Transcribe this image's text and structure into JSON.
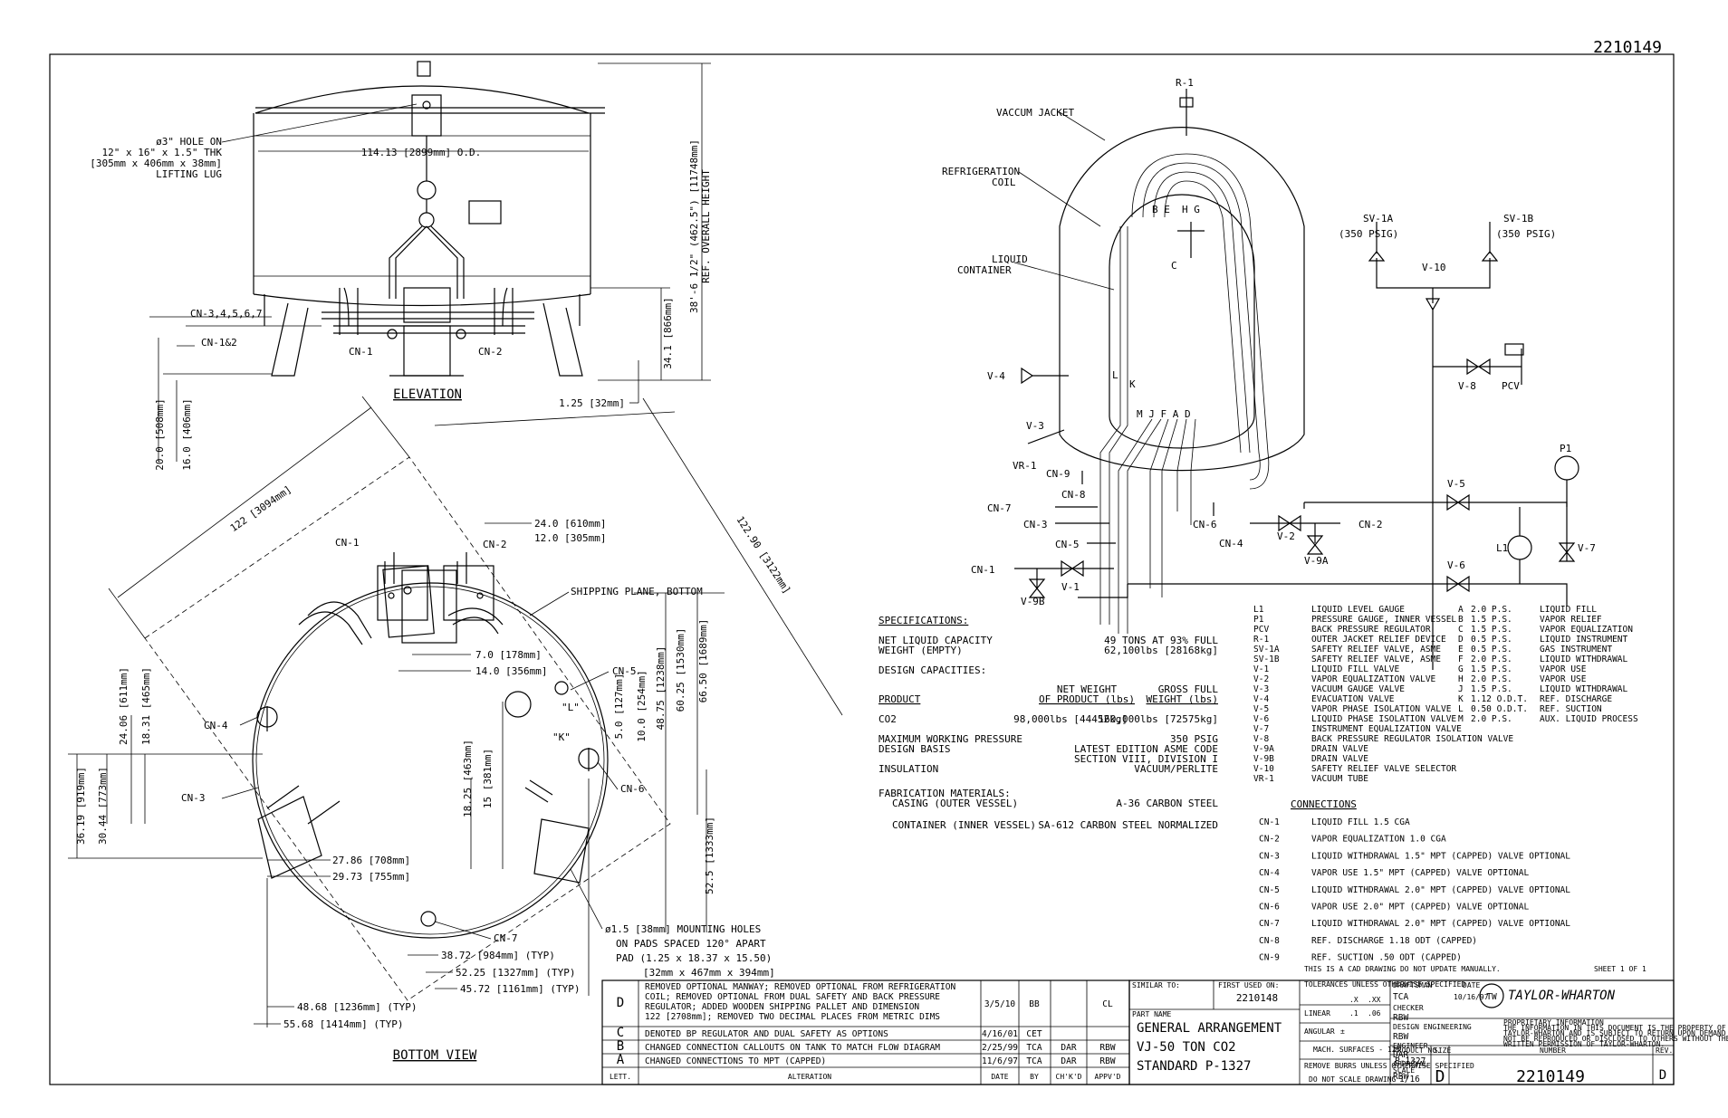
{
  "drawing_number": "2210149",
  "elevation": {
    "title": "ELEVATION",
    "hole_note": [
      "ø3\" HOLE ON",
      "12\" x 16\" x 1.5\" THK",
      "[305mm x 406mm x 38mm]",
      "LIFTING LUG"
    ],
    "od_dim": "114.13 [2899mm] O.D.",
    "overall_height": [
      "38'-6 1/2\" (462.5\") [11748mm]",
      "REF. OVERALL HEIGHT"
    ],
    "dim_34": "34.1 [866mm]",
    "dim_125": "1.25 [32mm]",
    "dim_20": "20.0 [508mm]",
    "dim_16": "16.0 [406mm]",
    "cn_3456": "CN-3,4,5,6,7",
    "cn_12": "CN-1&2",
    "cn_1": "CN-1",
    "cn_2": "CN-2"
  },
  "bottom_view": {
    "title": "BOTTOM VIEW",
    "dims": {
      "d122": "122 [3094mm]",
      "d12290": "122.90 [3122mm]",
      "d24": "24.0 [610mm]",
      "d12": "12.0 [305mm]",
      "d7": "7.0 [178mm]",
      "d14": "14.0 [356mm]",
      "d5": "5.0 [127mm]",
      "d10": "10.0 [254mm]",
      "d4875": "48.75 [1238mm]",
      "d6025": "60.25 [1530mm]",
      "d665": "66.50 [1689mm]",
      "d525": "52.5 [1333mm]",
      "d1825": "18.25 [463mm]",
      "d15": "15 [381mm]",
      "d2406": "24.06 [611mm]",
      "d1831": "18.31 [465mm]",
      "d3619": "36.19 [919mm]",
      "d3044": "30.44 [773mm]",
      "d2786": "27.86 [708mm]",
      "d2973": "29.73 [755mm]",
      "d3872": "38.72 [984mm] (TYP)",
      "d5225": "52.25 [1327mm] (TYP)",
      "d4572": "45.72 [1161mm] (TYP)",
      "d4868": "48.68 [1236mm] (TYP)",
      "d5568": "55.68 [1414mm] (TYP)"
    },
    "shipping_plane": "SHIPPING PLANE, BOTTOM",
    "mount_note": [
      "ø1.5 [38mm] MOUNTING HOLES",
      "ON PADS SPACED 120° APART",
      "PAD (1.25 x 18.37 x 15.50)",
      "[32mm x 467mm x 394mm]"
    ],
    "label_L": "\"L\"",
    "label_K": "\"K\"",
    "cn": [
      "CN-1",
      "CN-2",
      "CN-3",
      "CN-4",
      "CN-5",
      "CN-6",
      "CN-7"
    ]
  },
  "flow": {
    "labels": {
      "vaccum_jacket": "VACCUM JACKET",
      "refrig_coil": [
        "REFRIGERATION",
        "COIL"
      ],
      "liquid_container": [
        "LIQUID",
        "CONTAINER"
      ],
      "r1": "R-1",
      "sv1a": [
        "SV-1A",
        "(350 PSIG)"
      ],
      "sv1b": [
        "SV-1B",
        "(350 PSIG)"
      ],
      "v10": "V-10",
      "v8": "V-8",
      "pcv": "PCV",
      "v4": "V-4",
      "v3": "V-3",
      "vr1": "VR-1",
      "cn9": "CN-9",
      "cn8": "CN-8",
      "cn7": "CN-7",
      "cn3": "CN-3",
      "cn5": "CN-5",
      "cn1": "CN-1",
      "v1": "V-1",
      "v9b": "V-9B",
      "cn6": "CN-6",
      "cn4": "CN-4",
      "v2": "V-2",
      "cn2": "CN-2",
      "v9a": "V-9A",
      "v5": "V-5",
      "v6": "V-6",
      "p1": "P1",
      "l1": "L1",
      "v7": "V-7",
      "bc": "B E",
      "hg": "H G",
      "c": "C",
      "l": "L",
      "k": "K",
      "mjfad": "M J F A D"
    }
  },
  "specs": {
    "title": "SPECIFICATIONS:",
    "net_capacity_label": "NET LIQUID CAPACITY",
    "net_capacity_value": "49 TONS AT 93% FULL",
    "weight_label": "WEIGHT (EMPTY)",
    "weight_value": "62,100lbs [28168kg]",
    "design_cap": "DESIGN CAPACITIES:",
    "product_hdr": "PRODUCT",
    "net_weight_hdr": [
      "NET WEIGHT",
      "OF PRODUCT (lbs)"
    ],
    "gross_hdr": [
      "GROSS FULL",
      "WEIGHT (lbs)"
    ],
    "product": "CO2",
    "net_weight": "98,000lbs [44452kg]",
    "gross_weight": "160,000lbs [72575kg]",
    "mawp_label": "MAXIMUM WORKING PRESSURE",
    "mawp": "350 PSIG",
    "basis_label": "DESIGN BASIS",
    "basis": [
      "LATEST EDITION ASME CODE",
      "SECTION VIII, DIVISION I"
    ],
    "insulation_label": "INSULATION",
    "insulation": "VACUUM/PERLITE",
    "fab_label": "FABRICATION MATERIALS:",
    "casing_label": "CASING (OUTER VESSEL)",
    "casing": "A-36 CARBON STEEL",
    "container_label": "CONTAINER (INNER VESSEL)",
    "container": "SA-612 CARBON STEEL NORMALIZED"
  },
  "legend": [
    [
      "L1",
      "LIQUID LEVEL GAUGE"
    ],
    [
      "P1",
      "PRESSURE GAUGE, INNER VESSEL"
    ],
    [
      "PCV",
      "BACK PRESSURE REGULATOR"
    ],
    [
      "R-1",
      "OUTER JACKET RELIEF DEVICE"
    ],
    [
      "SV-1A",
      "SAFETY RELIEF VALVE, ASME"
    ],
    [
      "SV-1B",
      "SAFETY RELIEF VALVE, ASME"
    ],
    [
      "V-1",
      "LIQUID FILL VALVE"
    ],
    [
      "V-2",
      "VAPOR EQUALIZATION VALVE"
    ],
    [
      "V-3",
      "VACUUM GAUGE VALVE"
    ],
    [
      "V-4",
      "EVACUATION VALVE"
    ],
    [
      "V-5",
      "VAPOR PHASE ISOLATION VALVE"
    ],
    [
      "V-6",
      "LIQUID PHASE ISOLATION VALVE"
    ],
    [
      "V-7",
      "INSTRUMENT EQUALIZATION VALVE"
    ],
    [
      "V-8",
      "BACK PRESSURE REGULATOR ISOLATION VALVE"
    ],
    [
      "V-9A",
      "DRAIN VALVE"
    ],
    [
      "V-9B",
      "DRAIN VALVE"
    ],
    [
      "V-10",
      "SAFETY RELIEF VALVE SELECTOR"
    ],
    [
      "VR-1",
      "VACUUM TUBE"
    ]
  ],
  "taps": [
    [
      "A",
      "2.0 P.S.",
      "LIQUID FILL"
    ],
    [
      "B",
      "1.5 P.S.",
      "VAPOR RELIEF"
    ],
    [
      "C",
      "1.5 P.S.",
      "VAPOR EQUALIZATION"
    ],
    [
      "D",
      "0.5 P.S.",
      "LIQUID INSTRUMENT"
    ],
    [
      "E",
      "0.5 P.S.",
      "GAS INSTRUMENT"
    ],
    [
      "F",
      "2.0 P.S.",
      "LIQUID WITHDRAWAL"
    ],
    [
      "G",
      "1.5 P.S.",
      "VAPOR USE"
    ],
    [
      "H",
      "2.0 P.S.",
      "VAPOR USE"
    ],
    [
      "J",
      "1.5 P.S.",
      "LIQUID WITHDRAWAL"
    ],
    [
      "K",
      "1.12 O.D.T.",
      "REF. DISCHARGE"
    ],
    [
      "L",
      "0.50 O.D.T.",
      "REF. SUCTION"
    ],
    [
      "M",
      "2.0 P.S.",
      "AUX. LIQUID PROCESS"
    ]
  ],
  "connections_title": "CONNECTIONS",
  "connections": [
    [
      "CN-1",
      "LIQUID FILL 1.5 CGA"
    ],
    [
      "CN-2",
      "VAPOR EQUALIZATION 1.0 CGA"
    ],
    [
      "CN-3",
      "LIQUID WITHDRAWAL 1.5\" MPT (CAPPED) VALVE OPTIONAL"
    ],
    [
      "CN-4",
      "VAPOR USE 1.5\" MPT (CAPPED) VALVE OPTIONAL"
    ],
    [
      "CN-5",
      "LIQUID WITHDRAWAL 2.0\" MPT (CAPPED) VALVE OPTIONAL"
    ],
    [
      "CN-6",
      "VAPOR USE 2.0\" MPT (CAPPED) VALVE OPTIONAL"
    ],
    [
      "CN-7",
      "LIQUID WITHDRAWAL 2.0\" MPT (CAPPED) VALVE OPTIONAL"
    ],
    [
      "CN-8",
      "REF. DISCHARGE 1.18 ODT (CAPPED)"
    ],
    [
      "CN-9",
      "REF. SUCTION .50 ODT (CAPPED)"
    ]
  ],
  "cad_note": "THIS IS A CAD DRAWING DO NOT UPDATE MANUALLY.",
  "sheet": "SHEET 1 OF 1",
  "revisions": [
    {
      "lett": "D",
      "text": [
        "REMOVED OPTIONAL MANWAY; REMOVED OPTIONAL FROM REFRIGERATION",
        "COIL; REMOVED OPTIONAL FROM DUAL SAFETY AND BACK PRESSURE",
        "REGULATOR; ADDED WOODEN SHIPPING PALLET AND DIMENSION",
        "122 [2708mm]; REMOVED TWO DECIMAL PLACES FROM METRIC DIMS"
      ],
      "date": "3/5/10",
      "by": "BB",
      "chkd": "",
      "appvd": "CL"
    },
    {
      "lett": "C",
      "text": [
        "DENOTED BP REGULATOR AND DUAL SAFETY AS OPTIONS"
      ],
      "date": "4/16/01",
      "by": "CET",
      "chkd": "",
      "appvd": ""
    },
    {
      "lett": "B",
      "text": [
        "CHANGED CONNECTION CALLOUTS ON TANK TO MATCH FLOW DIAGRAM"
      ],
      "date": "2/25/99",
      "by": "TCA",
      "chkd": "DAR",
      "appvd": "RBW"
    },
    {
      "lett": "A",
      "text": [
        "CHANGED CONNECTIONS TO MPT (CAPPED)"
      ],
      "date": "11/6/97",
      "by": "TCA",
      "chkd": "DAR",
      "appvd": "RBW"
    }
  ],
  "rev_headers": {
    "lett": "LETT.",
    "alteration": "ALTERATION",
    "date": "DATE",
    "by": "BY",
    "chkd": "CH'K'D",
    "appvd": "APPV'D"
  },
  "title_block": {
    "similar_to": "SIMILAR TO:",
    "first_used": "FIRST USED ON:",
    "first_used_value": "2210148",
    "part_name": "PART NAME",
    "name_lines": [
      "GENERAL ARRANGEMENT",
      "VJ-50 TON CO2",
      "STANDARD  P-1327"
    ],
    "tolerances": "TOLERANCES UNLESS OTHERWISE SPECIFIED",
    "tol_x": ".X",
    "tol_xx": ".XX",
    "linear": "LINEAR",
    "linear_1": ".1",
    "linear_2": ".06",
    "angular": "ANGULAR",
    "angular_v": "±",
    "mach": "MACH. SURFACES - 125",
    "burrs": "REMOVE BURRS UNLESS OTHERWISE SPECIFIED",
    "do_not_scale": "DO NOT SCALE DRAWING",
    "draftsman": "DRAFTSMAN",
    "date_lbl": "DATE",
    "draftsman_v": "TCA",
    "draft_date": "10/16/97",
    "checker": "CHECKER",
    "checker_v": "RBW",
    "design_eng": "DESIGN ENGINEERING",
    "design_eng_v": "RBW",
    "engineer": "ENGINEER",
    "engineer_v": "DAR",
    "approval": "APPROVAL",
    "approval_v": "RBW",
    "company": "TAYLOR-WHARTON",
    "proprietary": [
      "PROPRIETARY INFORMATION",
      "THE INFORMATION IN THIS DOCUMENT IS THE PROPERTY OF",
      "TAYLOR-WHARTON AND IS SUBJECT TO RETURN UPON DEMAND AND MAY",
      "NOT BE REPRODUCED OR DISCLOSED TO OTHERS WITHOUT THE",
      "WRITTEN PERMISSION OF TAYLOR-WHARTON."
    ],
    "product_no_lbl": "PRODUCT NO.",
    "product_no": "P-1327",
    "size_lbl": "SIZE",
    "size": "D",
    "number_lbl": "NUMBER",
    "number": "2210149",
    "rev_lbl": "REV.",
    "rev": "D",
    "scale_lbl": "SCALE",
    "scale": "1/16"
  }
}
